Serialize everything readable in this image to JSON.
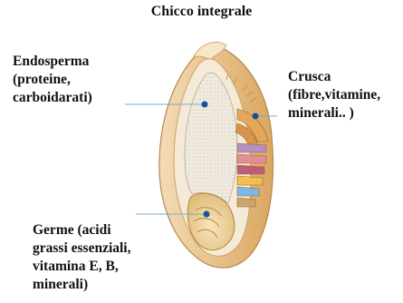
{
  "title": "Chicco integrale",
  "labels": {
    "endosperma": [
      "Endosperma",
      "(proteine,",
      "carboidarati)"
    ],
    "crusca": [
      "Crusca",
      "(fibre,vitamine,",
      "minerali.. )"
    ],
    "germe": [
      "Germe (acidi",
      "grassi essenziali,",
      "vitamina E, B,",
      "minerali)"
    ]
  },
  "colors": {
    "bran_outer": "#e9c79a",
    "bran_inner": "#d9a64e",
    "endosperm": "#f1ebe0",
    "germ": "#f0dcaf",
    "marker": "#1b4f9c",
    "leader_line": "#7fa7c9"
  }
}
